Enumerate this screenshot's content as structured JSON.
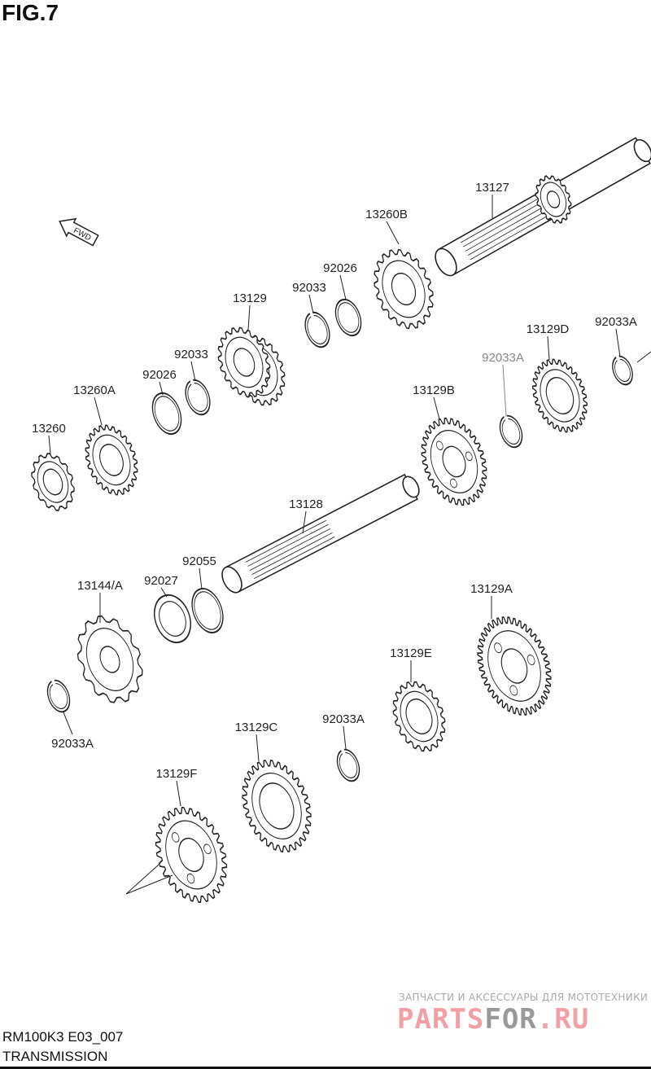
{
  "figure": {
    "title": "FIG.7",
    "code": "RM100K3 E03_007",
    "name": "TRANSMISSION"
  },
  "direction_arrow": "FWD",
  "watermark": {
    "tagline": "ЗАПЧАСТИ И АКСЕССУАРЫ ДЛЯ МОТОТЕХНИКИ",
    "logo_a": "PARTS",
    "logo_b": "FOR",
    "logo_c": ".RU",
    "colors": {
      "pink": "#f2a0a6",
      "gray": "#999999"
    }
  },
  "labels": [
    "13127",
    "13260B",
    "92026",
    "92033",
    "13129",
    "92033",
    "92026",
    "13260A",
    "13260",
    "13129B",
    "92033A",
    "13129D",
    "92033A",
    "13128",
    "92055",
    "92027",
    "13144/A",
    "13129A",
    "13129E",
    "92033A",
    "92033A",
    "13129C",
    "13129F"
  ]
}
